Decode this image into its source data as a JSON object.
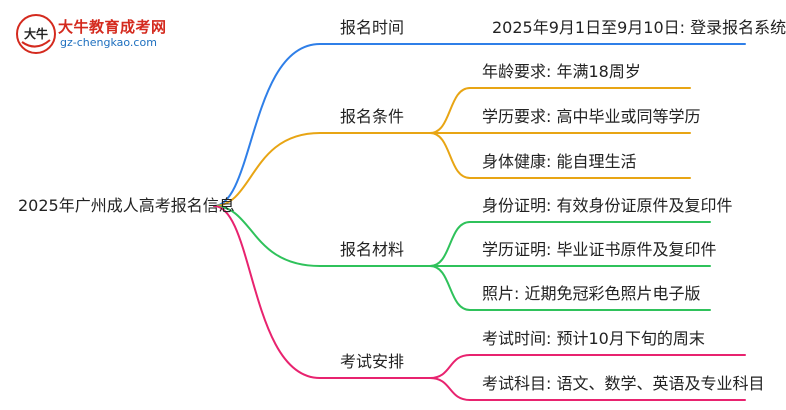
{
  "logo": {
    "name": "大牛教育成考网",
    "url": "gz-chengkao.com",
    "mark_text": "大牛"
  },
  "root": {
    "label": "2025年广州成人高考报名信息"
  },
  "branches": [
    {
      "label": "报名时间",
      "color": "#2f7fe8",
      "children": [
        "2025年9月1日至9月10日: 登录报名系统"
      ]
    },
    {
      "label": "报名条件",
      "color": "#e8a514",
      "children": [
        "年龄要求: 年满18周岁",
        "学历要求: 高中毕业或同等学历",
        "身体健康: 能自理生活"
      ]
    },
    {
      "label": "报名材料",
      "color": "#2fc25b",
      "children": [
        "身份证明: 有效身份证原件及复印件",
        "学历证明: 毕业证书原件及复印件",
        "照片: 近期免冠彩色照片电子版"
      ]
    },
    {
      "label": "考试安排",
      "color": "#e8236f",
      "children": [
        "考试时间: 预计10月下旬的周末",
        "考试科目: 语文、数学、英语及专业科目"
      ]
    }
  ]
}
